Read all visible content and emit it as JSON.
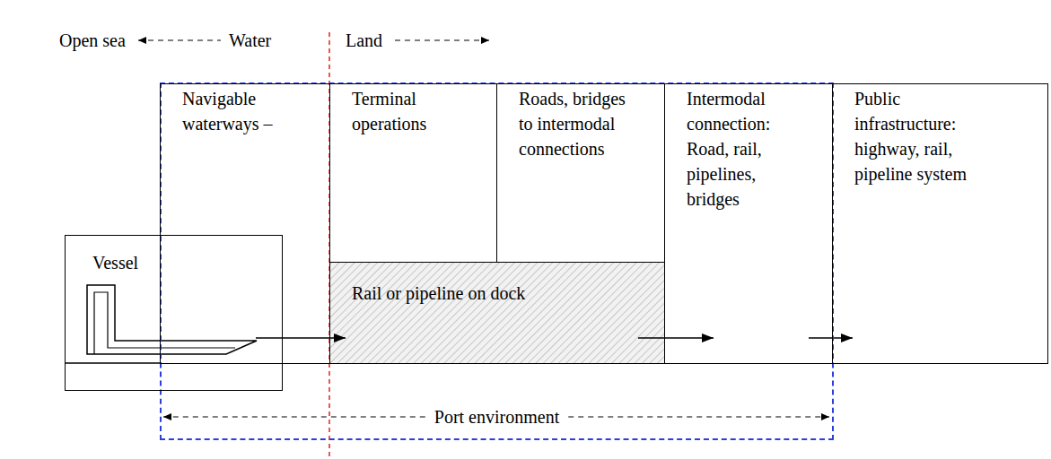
{
  "diagram": {
    "nodes": [
      {
        "text": [
          "Port environment"
        ]
      },
      {
        "text": [
          "Navigable waterways –"
        ],
        "in": 0
      },
      {
        "text": [
          "Terminal operations"
        ],
        "in": 0
      },
      {
        "text": [
          "Roads, bridges to intermodal connections"
        ],
        "in": 0
      },
      {
        "text": [
          "Rail or pipeline on dock"
        ],
        "in": 0
      },
      {
        "text": [
          "Intermodal connection: Road, rail, pipelines, bridges"
        ],
        "in": 0
      },
      {
        "text": [
          "Public infrastructure: highway, rail, pipeline system"
        ]
      },
      {
        "text": [
          "Vessel"
        ]
      }
    ],
    "edges": [
      {
        "from": 7,
        "to": 4,
        "arrow": "to"
      },
      {
        "from": 4,
        "to": 5,
        "arrow": "to"
      },
      {
        "from": 5,
        "to": 6,
        "arrow": "to"
      }
    ],
    "labels": [
      "Open sea",
      "Water",
      "Land"
    ]
  }
}
